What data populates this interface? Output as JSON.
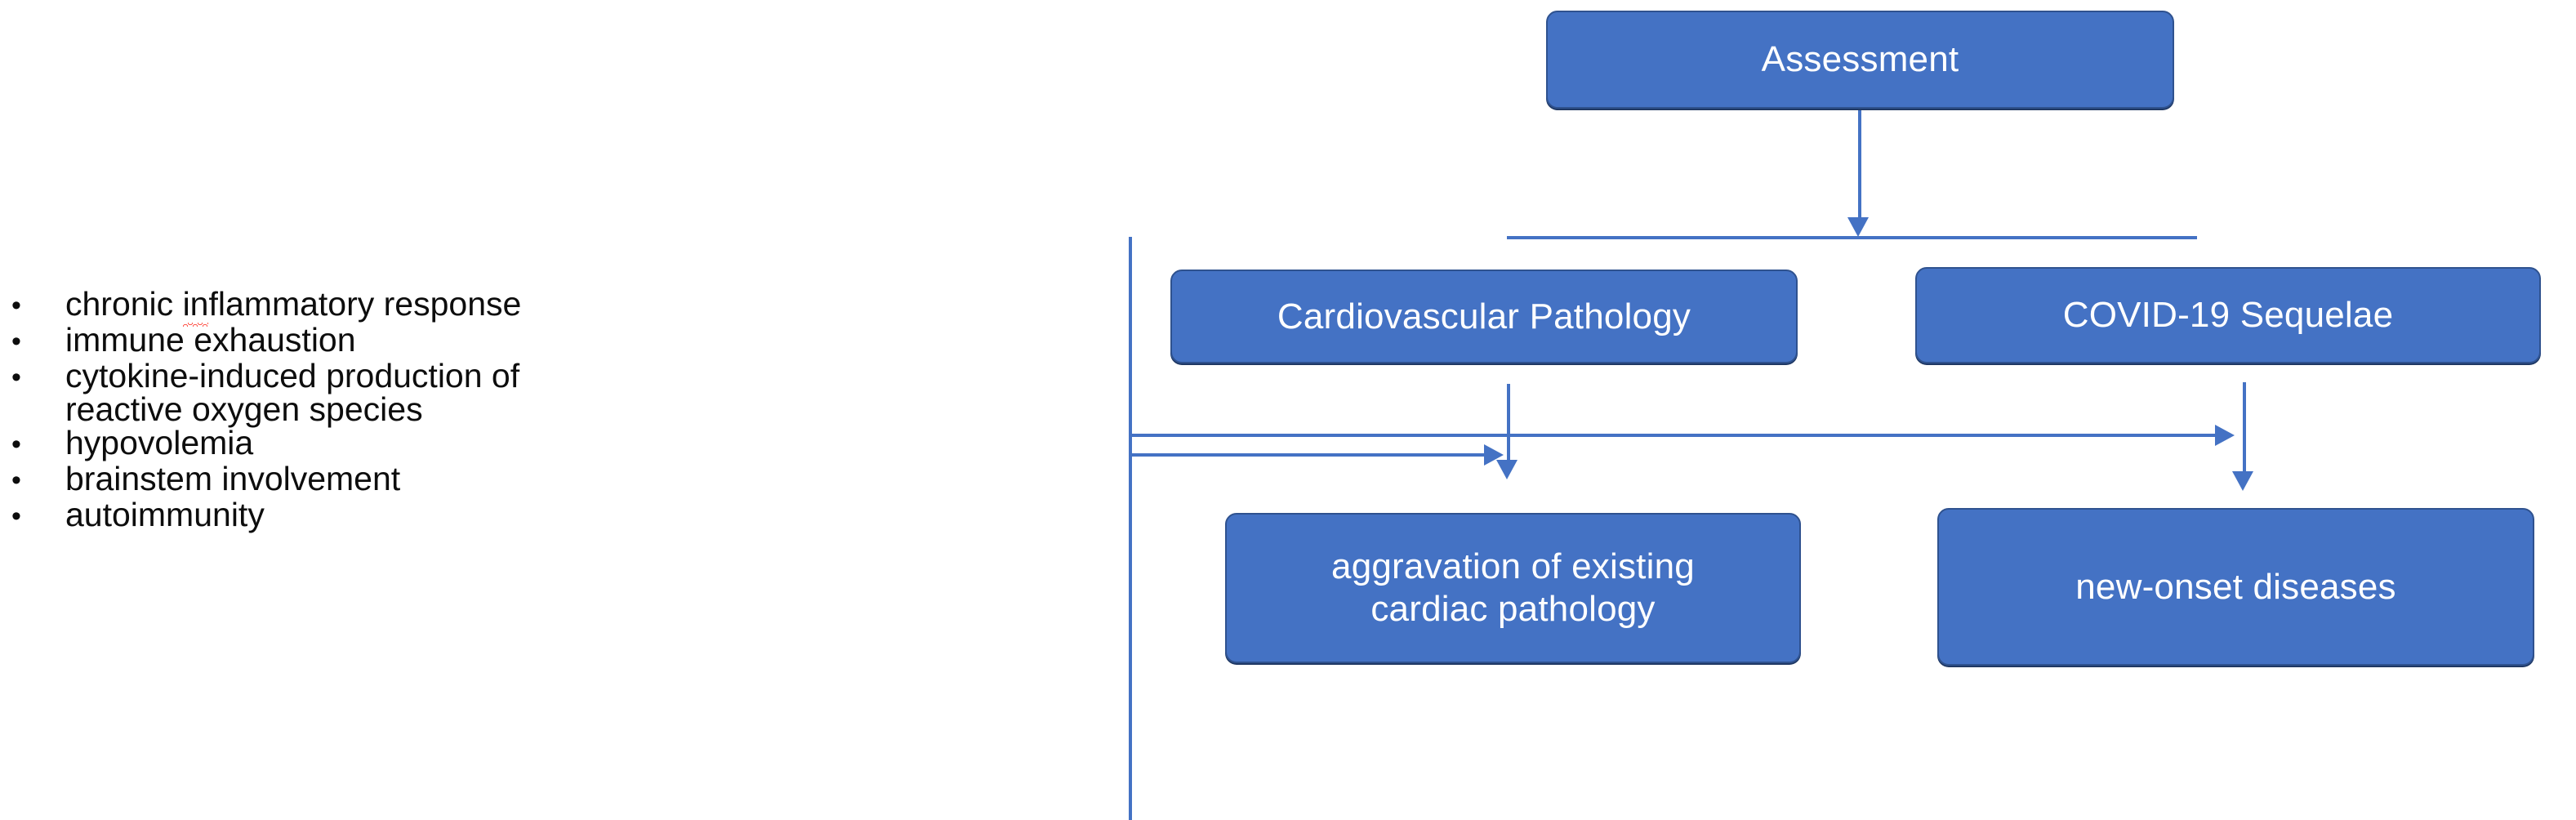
{
  "colors": {
    "node_fill": "#4472C4",
    "node_border": "#2F528F",
    "node_text": "#FFFFFF",
    "connector": "#4472C4",
    "body_text": "#0D0D0D",
    "spellcheck_underline": "#FF2B1D",
    "background": "#FFFFFF"
  },
  "bullets": {
    "marker": "•",
    "items": [
      {
        "text": "chronic inflammatory response",
        "misspelled_fragment": "in",
        "lines": 1
      },
      {
        "text": "immune exhaustion",
        "lines": 1
      },
      {
        "text": "cytokine-induced production of reactive oxygen species",
        "lines": 2
      },
      {
        "text": "hypovolemia",
        "lines": 1
      },
      {
        "text": "brainstem involvement",
        "lines": 1
      },
      {
        "text": "autoimmunity",
        "lines": 1
      }
    ]
  },
  "flowchart": {
    "nodes": {
      "assessment": "Assessment",
      "cardiovascular_pathology": "Cardiovascular Pathology",
      "covid_sequelae": "COVID-19 Sequelae",
      "aggravation": "aggravation of existing cardiac pathology",
      "aggravation_line1": "aggravation of existing",
      "aggravation_line2": "cardiac pathology",
      "new_onset": "new-onset diseases"
    },
    "edges": [
      {
        "from": "assessment",
        "to": "cardiovascular_pathology",
        "style": "split-arrow"
      },
      {
        "from": "assessment",
        "to": "covid_sequelae",
        "style": "split-arrow"
      },
      {
        "from": "cardiovascular_pathology",
        "to": "aggravation",
        "style": "arrow-down"
      },
      {
        "from": "covid_sequelae",
        "to": "new_onset",
        "style": "arrow-down"
      },
      {
        "from": "bullet-list",
        "to": "aggravation",
        "style": "arrow-right"
      },
      {
        "from": "bullet-list",
        "to": "new_onset",
        "style": "arrow-right"
      }
    ]
  }
}
